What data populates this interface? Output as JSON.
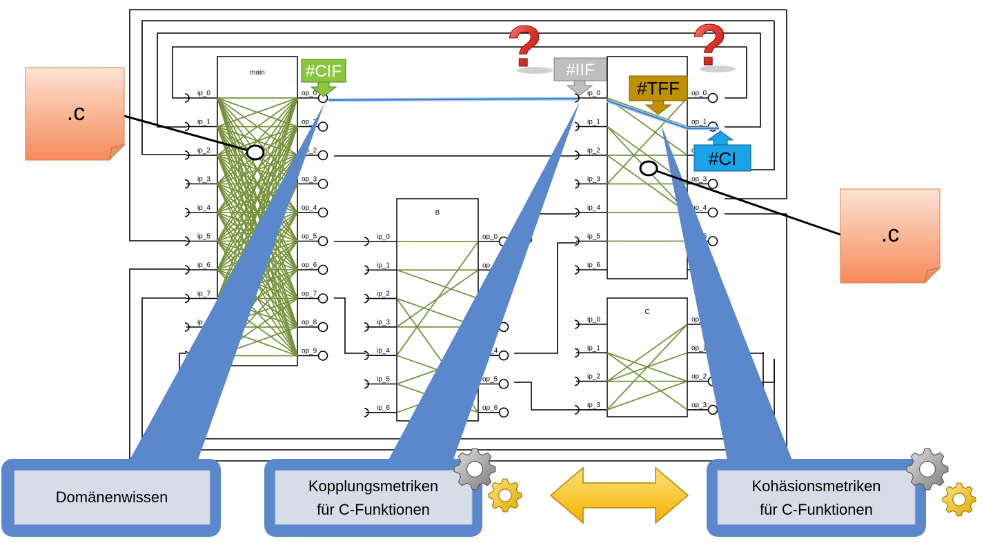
{
  "blocks": {
    "main": {
      "title": "main",
      "inputs": [
        "ip_0",
        "ip_1",
        "ip_2",
        "ip_3",
        "ip_4",
        "ip_5",
        "ip_6",
        "ip_7",
        "ip_8",
        "ip_9"
      ],
      "outputs": [
        "op_0",
        "op_1",
        "op_2",
        "op_3",
        "op_4",
        "op_5",
        "op_6",
        "op_7",
        "op_8",
        "op_9"
      ]
    },
    "a": {
      "title": "",
      "inputs": [
        "ip_0",
        "ip_1",
        "ip_2",
        "ip_3",
        "ip_4",
        "ip_5",
        "ip_6"
      ],
      "outputs": [
        "op_0",
        "op_1",
        "op_2",
        "op_3",
        "op_4",
        "op_5",
        "op_6"
      ]
    },
    "b": {
      "title": "B",
      "inputs": [
        "ip_0",
        "ip_1",
        "ip_2",
        "ip_3",
        "ip_4",
        "ip_5",
        "ip_6"
      ],
      "outputs": [
        "op_0",
        "op_1",
        "op_2",
        "op_3",
        "op_4",
        "op_5",
        "op_6"
      ]
    },
    "c": {
      "title": "C",
      "inputs": [
        "ip_0",
        "ip_1",
        "ip_2",
        "ip_3"
      ],
      "outputs": [
        "op_0",
        "op_1",
        "op_2",
        "op_3"
      ]
    }
  },
  "tags": {
    "cif": "#CIF",
    "iif": "#IIF",
    "tff": "#TFF",
    "ci": "#CI"
  },
  "notes": {
    "left": ".c",
    "right": ".c"
  },
  "question_marks": [
    "?",
    "?"
  ],
  "callouts": {
    "domain": "Domänenwissen",
    "coupling_line1": "Kopplungsmetriken",
    "coupling_line2": "für C-Funktionen",
    "cohesion_line1": "Kohäsionsmetriken",
    "cohesion_line2": "für C-Funktionen"
  },
  "colors": {
    "green_line": "#76923c",
    "highlight": "#4f8fd0",
    "callout_blue": "#5b88cc",
    "callout_inner": "#d6dde9",
    "tag_cif": "#8cc63f",
    "tag_iif": "#bfbfbf",
    "tag_tff": "#bf9000",
    "tag_ci": "#1aa3e8",
    "note": "#f4a582",
    "question": "#e2332a",
    "gear_gray": "#9a9a9a",
    "gear_gold": "#f5c518",
    "arrow": "#ffc000"
  },
  "icons": [
    "gear-icon",
    "question-mark-icon",
    "double-arrow-icon"
  ]
}
